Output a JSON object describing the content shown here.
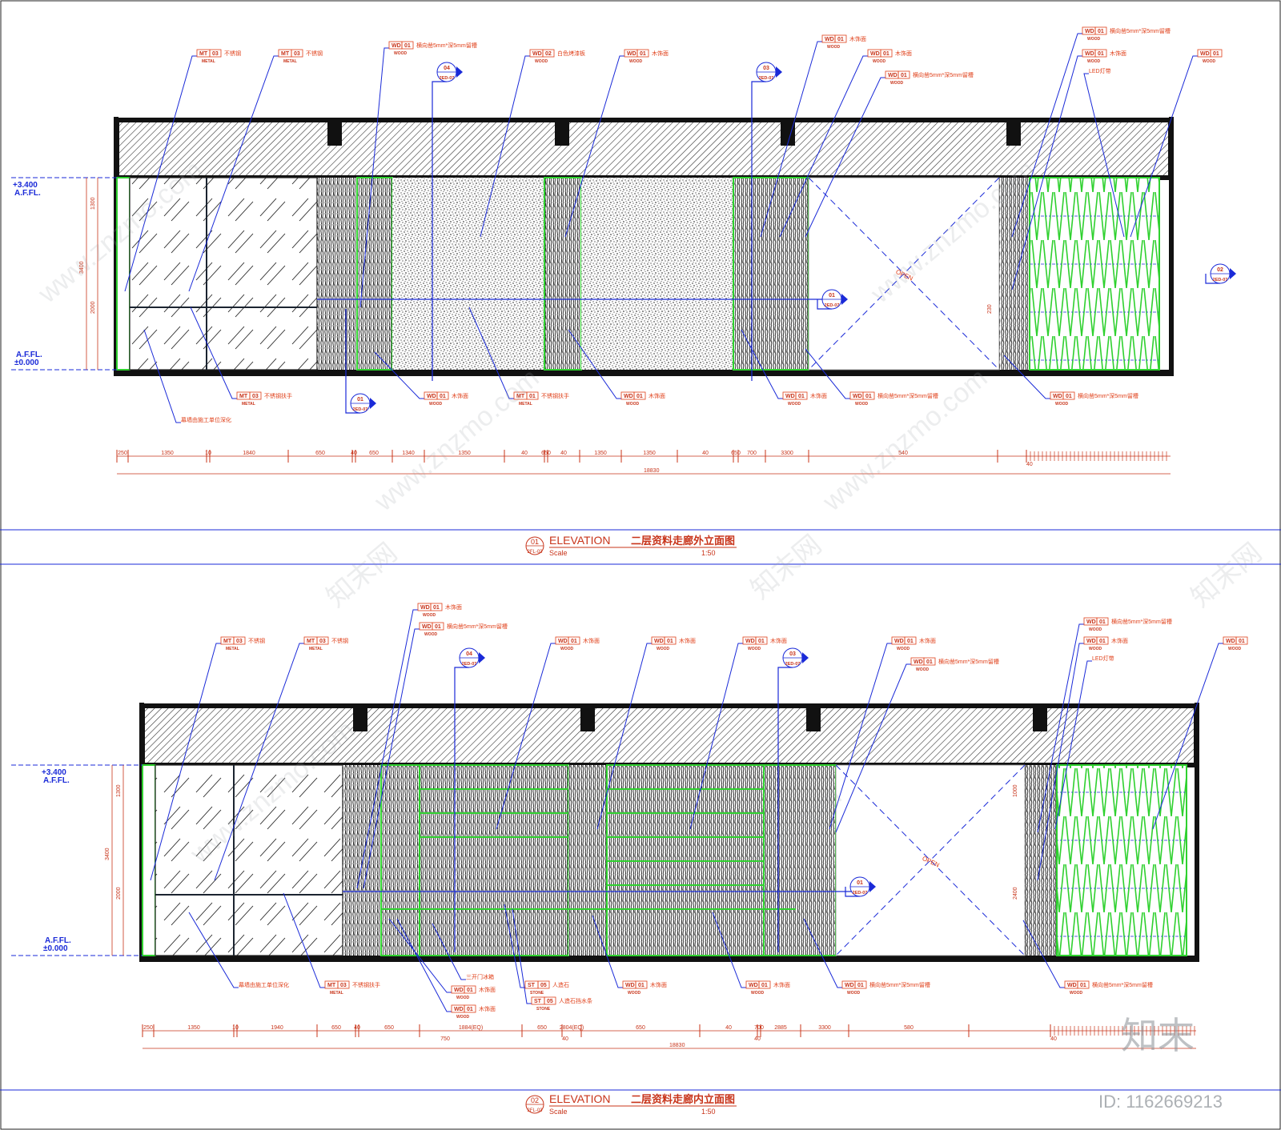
{
  "elevations": [
    {
      "id": "top",
      "level_top": "+3.400",
      "level_top_sub": "A.F.FL.",
      "level_bottom": "A.F.FL.",
      "level_bottom_sub": "±0.000",
      "callouts_top": [
        {
          "code": "MT",
          "num": "03",
          "sub": "METAL",
          "text": "不锈钢"
        },
        {
          "code": "MT",
          "num": "03",
          "sub": "METAL",
          "text": "不锈钢"
        },
        {
          "code": "WD",
          "num": "01",
          "sub": "WOOD",
          "text": "横向凿5mm*深5mm留槽"
        },
        {
          "code": "WD",
          "num": "02",
          "sub": "WOOD",
          "text": "白色烤漆板"
        },
        {
          "code": "WD",
          "num": "01",
          "sub": "WOOD",
          "text": "木饰面"
        },
        {
          "code": "WD",
          "num": "01",
          "sub": "WOOD",
          "text": "木饰面"
        },
        {
          "code": "WD",
          "num": "01",
          "sub": "WOOD",
          "text": "木饰面"
        },
        {
          "code": "WD",
          "num": "01",
          "sub": "WOOD",
          "text": "横向凿5mm*深5mm留槽"
        },
        {
          "code": "WD",
          "num": "01",
          "sub": "WOOD",
          "text": "横向凿5mm*深5mm留槽"
        },
        {
          "code": "WD",
          "num": "01",
          "sub": "WOOD",
          "text": "木饰面"
        },
        {
          "code": "",
          "num": "",
          "sub": "",
          "text": "LED灯带"
        },
        {
          "code": "WD",
          "num": "01",
          "sub": "WOOD",
          "text": ""
        }
      ],
      "callouts_bottom": [
        {
          "code": "MT",
          "num": "03",
          "sub": "METAL",
          "text": "不锈钢扶手"
        },
        {
          "code": "",
          "num": "",
          "sub": "",
          "text": "幕墙由施工单位深化"
        },
        {
          "code": "WD",
          "num": "01",
          "sub": "WOOD",
          "text": "木饰面"
        },
        {
          "code": "MT",
          "num": "01",
          "sub": "METAL",
          "text": "不锈钢扶手"
        },
        {
          "code": "WD",
          "num": "01",
          "sub": "WOOD",
          "text": "木饰面"
        },
        {
          "code": "WD",
          "num": "01",
          "sub": "WOOD",
          "text": "木饰面"
        },
        {
          "code": "WD",
          "num": "01",
          "sub": "WOOD",
          "text": "横向凿5mm*深5mm留槽"
        },
        {
          "code": "WD",
          "num": "01",
          "sub": "WOOD",
          "text": "横向凿5mm*深5mm留槽"
        }
      ],
      "section_marks": [
        {
          "num": "04",
          "ref": "2ED-07"
        },
        {
          "num": "03",
          "ref": "2ED-07"
        },
        {
          "num": "01",
          "ref": "2ED-07"
        },
        {
          "num": "02",
          "ref": "2ED-07"
        },
        {
          "num": "01",
          "ref": "2ED-07"
        }
      ],
      "dims": [
        "250",
        "1350",
        "10",
        "1840",
        "650",
        "40",
        "650",
        "1340",
        "1350",
        "40",
        "650",
        "40",
        "1350",
        "1350",
        "40",
        "650",
        "700",
        "3300",
        "540"
      ],
      "dim_total": "18830",
      "dim_sub": "40",
      "vdims": [
        "1300",
        "3400",
        "2000",
        "230"
      ],
      "open_label": "OPEN",
      "title_num": "01",
      "title_sheet": "2FL-03",
      "title_en": "ELEVATION",
      "title_cn": "二层资料走廊外立面图",
      "scale_label": "Scale",
      "scale": "1:50"
    },
    {
      "id": "bottom",
      "level_top": "+3.400",
      "level_top_sub": "A.F.FL.",
      "level_bottom": "A.F.FL.",
      "level_bottom_sub": "±0.000",
      "callouts_top": [
        {
          "code": "WD",
          "num": "01",
          "sub": "WOOD",
          "text": "木饰面"
        },
        {
          "code": "WD",
          "num": "01",
          "sub": "WOOD",
          "text": "横向凿5mm*深5mm留槽"
        },
        {
          "code": "MT",
          "num": "03",
          "sub": "METAL",
          "text": "不锈钢"
        },
        {
          "code": "MT",
          "num": "03",
          "sub": "METAL",
          "text": "不锈钢"
        },
        {
          "code": "WD",
          "num": "01",
          "sub": "WOOD",
          "text": "木饰面"
        },
        {
          "code": "WD",
          "num": "01",
          "sub": "WOOD",
          "text": "木饰面"
        },
        {
          "code": "WD",
          "num": "01",
          "sub": "WOOD",
          "text": "木饰面"
        },
        {
          "code": "WD",
          "num": "01",
          "sub": "WOOD",
          "text": "木饰面"
        },
        {
          "code": "WD",
          "num": "01",
          "sub": "WOOD",
          "text": "横向凿5mm*深5mm留槽"
        },
        {
          "code": "WD",
          "num": "01",
          "sub": "WOOD",
          "text": "横向凿5mm*深5mm留槽"
        },
        {
          "code": "WD",
          "num": "01",
          "sub": "WOOD",
          "text": "木饰面"
        },
        {
          "code": "",
          "num": "",
          "sub": "",
          "text": "LED灯带"
        },
        {
          "code": "WD",
          "num": "01",
          "sub": "WOOD",
          "text": ""
        }
      ],
      "callouts_bottom": [
        {
          "code": "",
          "num": "",
          "sub": "",
          "text": "幕墙由施工单位深化"
        },
        {
          "code": "MT",
          "num": "03",
          "sub": "METAL",
          "text": "不锈钢扶手"
        },
        {
          "code": "WD",
          "num": "01",
          "sub": "WOOD",
          "text": "木饰面"
        },
        {
          "code": "WD",
          "num": "01",
          "sub": "WOOD",
          "text": "木饰面"
        },
        {
          "code": "",
          "num": "",
          "sub": "",
          "text": "三开门冰箱"
        },
        {
          "code": "ST",
          "num": "05",
          "sub": "STONE",
          "text": "人造石"
        },
        {
          "code": "ST",
          "num": "05",
          "sub": "STONE",
          "text": "人造石挡水条"
        },
        {
          "code": "WD",
          "num": "01",
          "sub": "WOOD",
          "text": "木饰面"
        },
        {
          "code": "WD",
          "num": "01",
          "sub": "WOOD",
          "text": "木饰面"
        },
        {
          "code": "WD",
          "num": "01",
          "sub": "WOOD",
          "text": "横向凿5mm*深5mm留槽"
        },
        {
          "code": "WD",
          "num": "01",
          "sub": "WOOD",
          "text": "横向凿5mm*深5mm留槽"
        }
      ],
      "section_marks": [
        {
          "num": "04",
          "ref": "2ED-07"
        },
        {
          "num": "03",
          "ref": "2ED-07"
        },
        {
          "num": "01",
          "ref": "2ED-07"
        }
      ],
      "dims": [
        "250",
        "1350",
        "10",
        "1940",
        "650",
        "40",
        "650",
        "1884(EQ)",
        "650",
        "2804(EQ)",
        "650",
        "40",
        "700",
        "2885",
        "3300",
        "580"
      ],
      "dims_sub": [
        "750",
        "40",
        "40",
        "40"
      ],
      "dim_total": "18830",
      "vdims": [
        "1300",
        "3400",
        "2000",
        "2400",
        "1000"
      ],
      "open_label": "OPEN",
      "title_num": "02",
      "title_sheet": "2FL-03",
      "title_en": "ELEVATION",
      "title_cn": "二层资料走廊内立面图",
      "scale_label": "Scale",
      "scale": "1:50"
    }
  ],
  "watermark": {
    "site": "www.znzmo.com",
    "site_short": "znzmo.com",
    "cn": "知末网",
    "logo": "知末",
    "id_label": "ID: 1162669213"
  },
  "colors": {
    "leader": "#1a2ad8",
    "callout": "#e0401a",
    "green": "#2fd12f",
    "frame": "#111111",
    "hatch": "#444444"
  }
}
